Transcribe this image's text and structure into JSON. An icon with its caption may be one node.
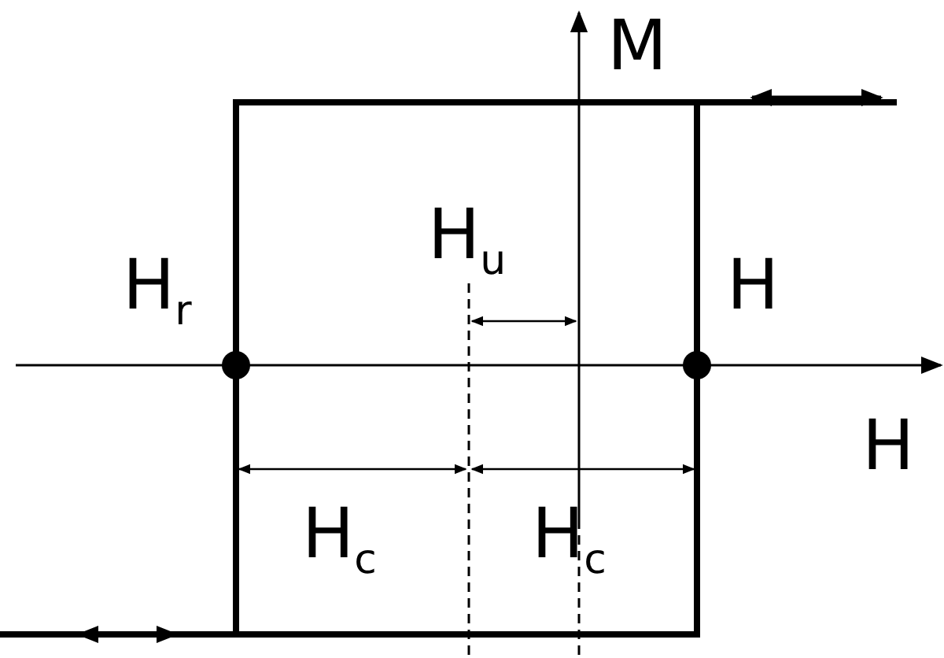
{
  "diagram": {
    "labels": [
      "M",
      "H$_{u}$",
      "H$_{r}$",
      "H",
      "H",
      "H$_{c}$",
      "H$_{c}$"
    ]
  }
}
